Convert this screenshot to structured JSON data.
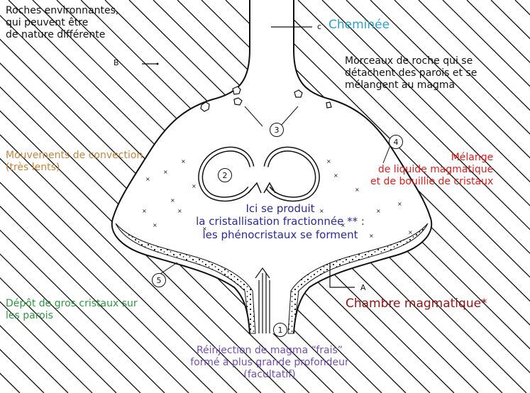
{
  "labels": {
    "roches": [
      "Roches environnantes,",
      "qui peuvent être",
      "de nature différente"
    ],
    "cheminee": "Cheminée",
    "morceaux": [
      "Morceaux de roche qui se",
      "détachent des parois et se",
      "mélangent au magma"
    ],
    "mouvements": [
      "Mouvements de convection",
      "(très lents)"
    ],
    "melange": [
      "Mélange",
      "de liquide magmatique",
      "et de bouillie de cristaux"
    ],
    "cristallisation": [
      "Ici se produit",
      "la cristallisation fractionnée ** :",
      "les phénocristaux se forment"
    ],
    "depot": [
      "Dépôt de gros cristaux sur",
      "les parois"
    ],
    "chambre": "Chambre magmatique*",
    "reinjection": [
      "Réinjection de magma “frais”",
      "formé à plus grande profondeur",
      "(facultatif)"
    ]
  },
  "markers": {
    "B": "B",
    "C": "c",
    "A": "A"
  },
  "numbers": [
    "1",
    "2",
    "3",
    "4",
    "5"
  ],
  "colors": {
    "cyan": "#2aa3c9",
    "orange": "#c8853d",
    "red": "#e0201c",
    "navy": "#2a2aa0",
    "green": "#2e9a3f",
    "darkred": "#9a1010",
    "purple": "#7350b8",
    "ink": "#111111"
  }
}
